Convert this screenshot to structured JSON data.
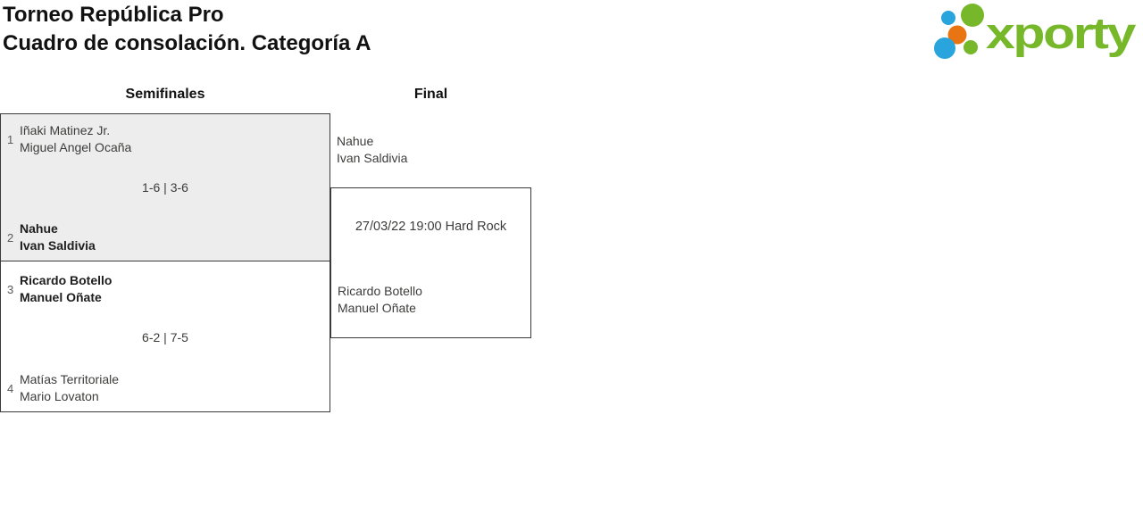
{
  "page": {
    "title_line1": "Torneo República Pro",
    "title_line2": "Cuadro de consolación. Categoría A"
  },
  "logo": {
    "text": "xporty",
    "green": "#76B82A",
    "blue": "#29A4DC",
    "orange": "#E87511"
  },
  "columns": {
    "semifinals_label": "Semifinales",
    "final_label": "Final"
  },
  "matches": {
    "sf1": {
      "seed_top": "1",
      "top_line1": "Iñaki Matinez Jr.",
      "top_line2": "Miguel Angel Ocaña",
      "score": "1-6 | 3-6",
      "seed_bottom": "2",
      "bottom_line1": "Nahue",
      "bottom_line2": "Ivan Saldivia"
    },
    "sf2": {
      "seed_top": "3",
      "top_line1": "Ricardo Botello",
      "top_line2": "Manuel Oñate",
      "score": "6-2 | 7-5",
      "seed_bottom": "4",
      "bottom_line1": "Matías Territoriale",
      "bottom_line2": "Mario Lovaton"
    },
    "final": {
      "top_line1": "Nahue",
      "top_line2": "Ivan Saldivia",
      "detail": "27/03/22 19:00 Hard Rock",
      "bottom_line1": "Ricardo Botello",
      "bottom_line2": "Manuel Oñate"
    }
  }
}
